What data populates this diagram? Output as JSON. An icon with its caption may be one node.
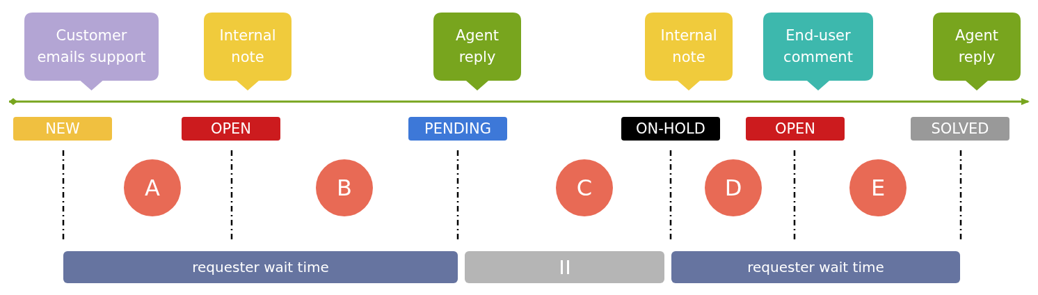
{
  "diagram": {
    "nodes": [
      {
        "text": [
          "Customer emails support"
        ]
      },
      {
        "text": [
          "Internal note"
        ]
      },
      {
        "text": [
          "Agent reply"
        ]
      },
      {
        "text": [
          "Internal note"
        ]
      },
      {
        "text": [
          "End-user comment"
        ]
      },
      {
        "text": [
          "Agent reply"
        ]
      },
      {
        "text": [
          "NEW"
        ]
      },
      {
        "text": [
          "OPEN"
        ]
      },
      {
        "text": [
          "PENDING"
        ]
      },
      {
        "text": [
          "ON-HOLD"
        ]
      },
      {
        "text": [
          "OPEN"
        ]
      },
      {
        "text": [
          "SOLVED"
        ]
      },
      {
        "text": [
          "A"
        ]
      },
      {
        "text": [
          "B"
        ]
      },
      {
        "text": [
          "C"
        ]
      },
      {
        "text": [
          "D"
        ]
      },
      {
        "text": [
          "E"
        ]
      },
      {
        "text": [
          "requester wait time"
        ]
      },
      {
        "text": [],
        "shape": "bar"
      },
      {
        "text": [
          "requester wait time"
        ]
      }
    ]
  }
}
